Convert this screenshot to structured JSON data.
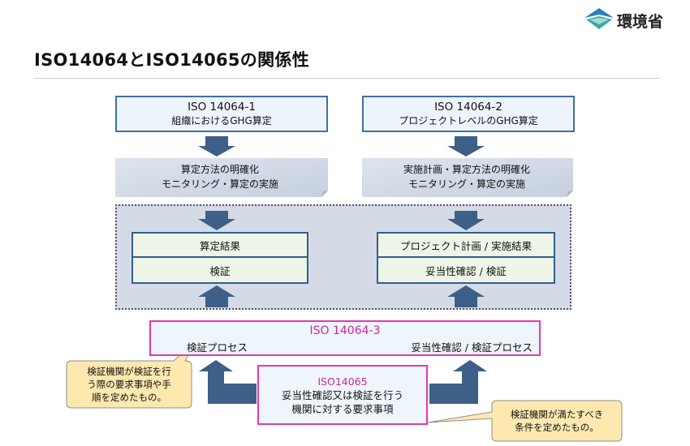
{
  "header": {
    "title": "ISO14064とISO14065の関係性",
    "logo_text": "環境省"
  },
  "left_column": {
    "standard": {
      "name": "ISO 14064-1",
      "subtitle": "組織におけるGHG算定"
    },
    "objectives": [
      "算定方法の明確化",
      "モニタリング・算定の実施"
    ],
    "result": "算定結果",
    "check": "検証"
  },
  "right_column": {
    "standard": {
      "name": "ISO 14064-2",
      "subtitle": "プロジェクトレベルのGHG算定"
    },
    "objectives": [
      "実施計画・算定方法の明確化",
      "モニタリング・算定の実施"
    ],
    "result": "プロジェクト計画 / 実施結果",
    "check": "妥当性確認 / 検証"
  },
  "iso_14064_3": {
    "name": "ISO 14064-3",
    "left_process": "検証プロセス",
    "right_process": "妥当性確認 / 検証プロセス"
  },
  "iso_14065": {
    "name": "ISO14065",
    "lines": [
      "妥当性確認又は検証を行う",
      "機関に対する要求事項"
    ]
  },
  "callouts": {
    "left": [
      "検証機関が検証を行",
      "う際の要求事項や手",
      "順を定めたもの。"
    ],
    "right": [
      "検証機関が満たすべき",
      "条件を定めたもの。"
    ]
  },
  "colors": {
    "box_border": "#3f6fa8",
    "arrow": "#3d5f88",
    "highlight_border": "#e03ab0",
    "callout_fill": "#fde9b0"
  }
}
